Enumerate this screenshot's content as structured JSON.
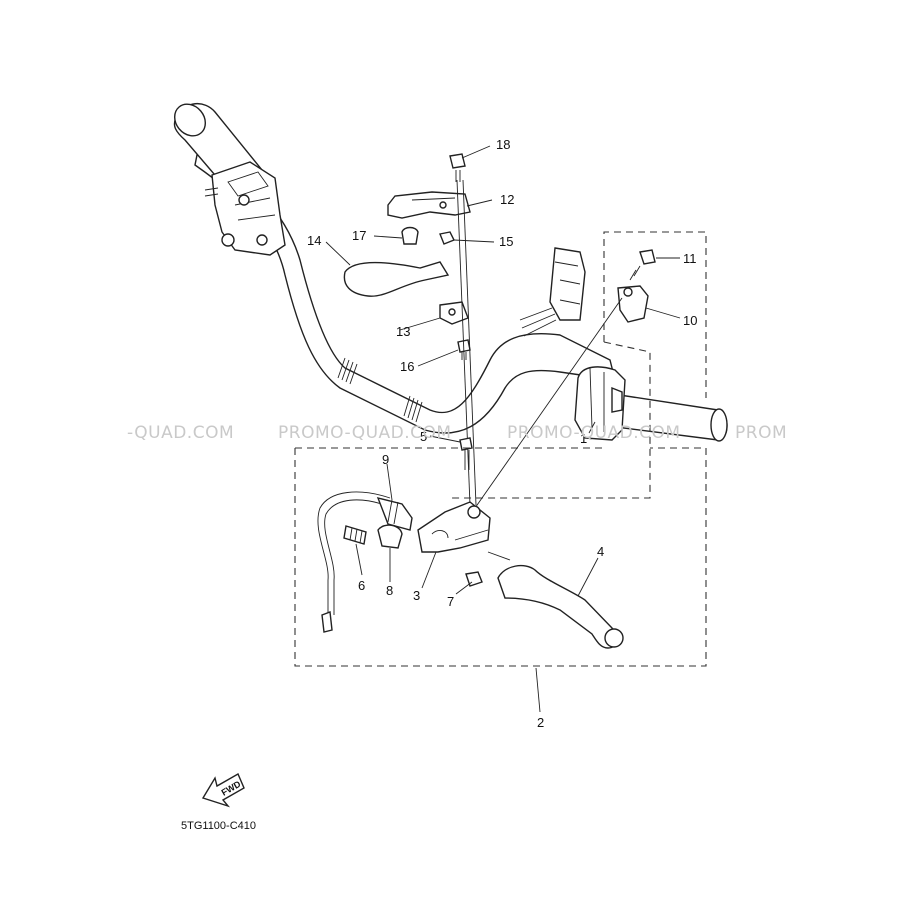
{
  "callouts": [
    {
      "n": "1",
      "label": "1"
    },
    {
      "n": "2",
      "label": "2"
    },
    {
      "n": "3",
      "label": "3"
    },
    {
      "n": "4",
      "label": "4"
    },
    {
      "n": "5",
      "label": "5"
    },
    {
      "n": "6",
      "label": "6"
    },
    {
      "n": "7",
      "label": "7"
    },
    {
      "n": "8",
      "label": "8"
    },
    {
      "n": "9",
      "label": "9"
    },
    {
      "n": "10",
      "label": "10"
    },
    {
      "n": "11",
      "label": "11"
    },
    {
      "n": "12",
      "label": "12"
    },
    {
      "n": "13",
      "label": "13"
    },
    {
      "n": "14",
      "label": "14"
    },
    {
      "n": "15",
      "label": "15"
    },
    {
      "n": "16",
      "label": "16"
    },
    {
      "n": "17",
      "label": "17"
    },
    {
      "n": "18",
      "label": "18"
    }
  ],
  "watermarks": [
    "-QUAD.COM",
    "PROMO-QUAD.COM",
    "PROMO-QUAD.COM",
    "PROM"
  ],
  "fwd_label": "FWD",
  "diagram_code": "5TG1100-C410",
  "colors": {
    "line": "#222222",
    "watermark": "#c9c9c9",
    "background": "#ffffff"
  }
}
